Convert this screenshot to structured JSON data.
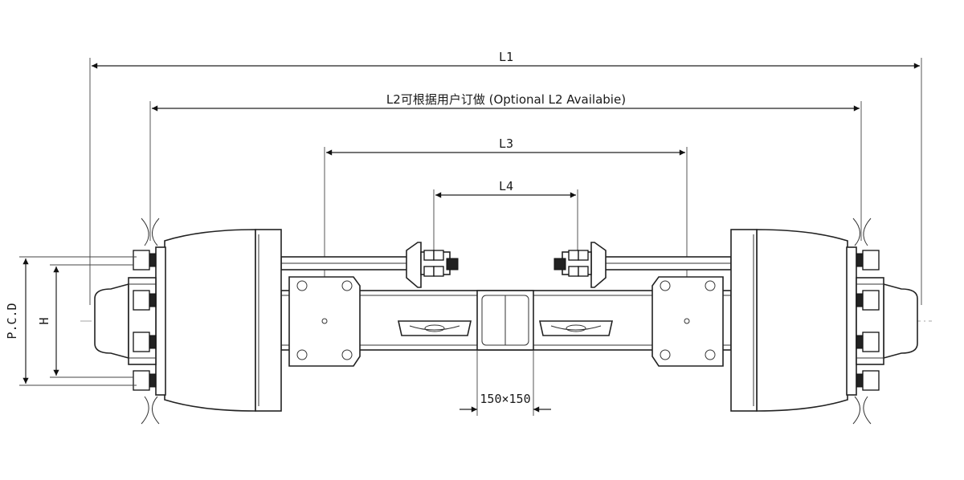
{
  "drawing": {
    "dimensions": {
      "L1": "L1",
      "L2": "L2可根据用户订做 (Optional L2 Availabie)",
      "L3": "L3",
      "L4": "L4",
      "beam": "150×150",
      "pcd": "P.C.D",
      "h": "H"
    }
  }
}
